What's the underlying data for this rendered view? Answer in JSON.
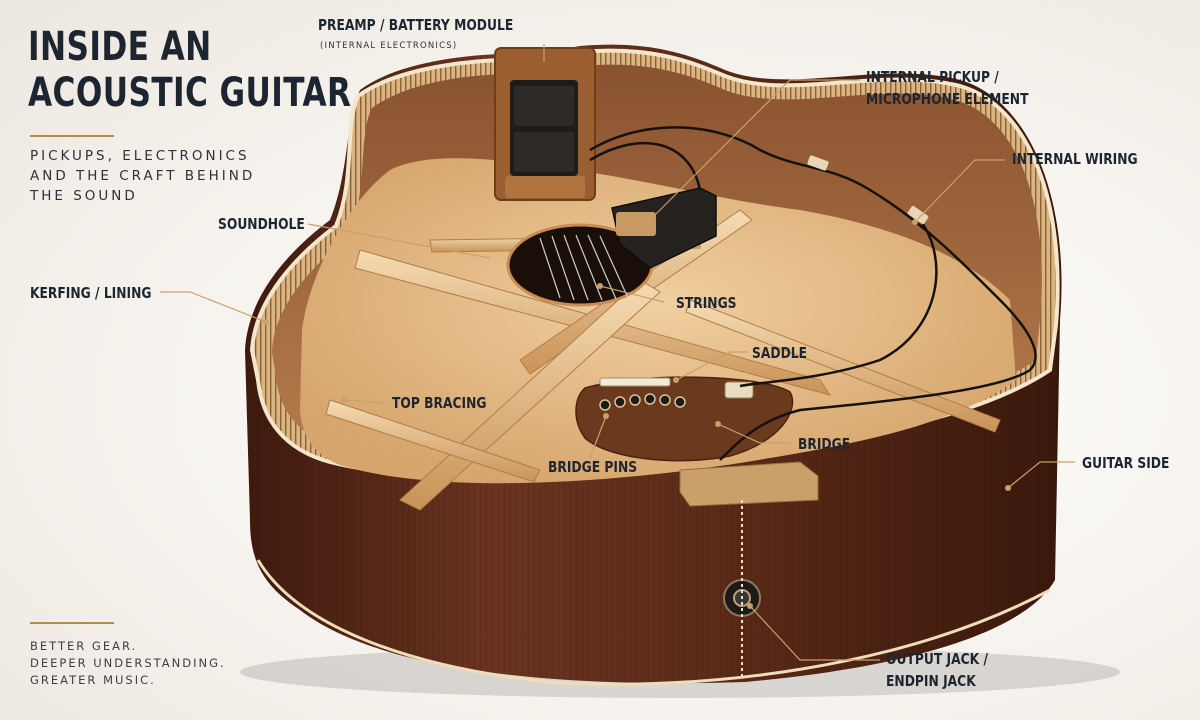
{
  "title": {
    "line1": "INSIDE AN",
    "line2": "ACOUSTIC GUITAR"
  },
  "subtitle": {
    "line1": "PICKUPS, ELECTRONICS",
    "line2": "AND THE CRAFT BEHIND",
    "line3": "THE SOUND"
  },
  "tagline": {
    "line1": "BETTER GEAR.",
    "line2": "DEEPER UNDERSTANDING.",
    "line3": "GREATER MUSIC."
  },
  "labels": {
    "preamp": "PREAMP / BATTERY MODULE",
    "preamp_sub": "(INTERNAL ELECTRONICS)",
    "pickup_line1": "INTERNAL PICKUP /",
    "pickup_line2": "MICROPHONE ELEMENT",
    "wiring": "INTERNAL WIRING",
    "soundhole": "SOUNDHOLE",
    "kerfing": "KERFING / LINING",
    "strings": "STRINGS",
    "saddle": "SADDLE",
    "top_bracing": "TOP BRACING",
    "bridge": "BRIDGE",
    "bridge_pins": "BRIDGE PINS",
    "guitar_side": "GUITAR SIDE",
    "output_line1": "OUTPUT JACK /",
    "output_line2": "ENDPIN JACK"
  },
  "colors": {
    "ink": "#1d2530",
    "accent_rule": "#b98a4a",
    "leader_line": "#c9a06a",
    "rosewood_side": "#5a2a18",
    "spruce_top": "#e2b985",
    "binding": "#f1e4c8"
  }
}
